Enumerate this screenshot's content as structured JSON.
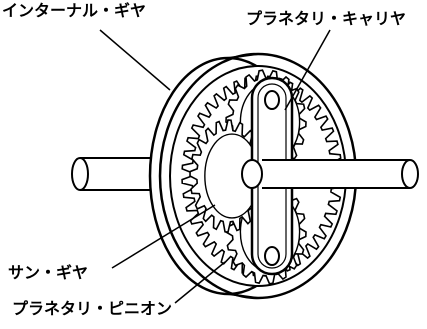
{
  "labels": {
    "internal_gear": "インターナル・ギヤ",
    "planetary_carrier": "プラネタリ・キャリヤ",
    "sun_gear": "サン・ギヤ",
    "planetary_pinion": "プラネタリ・ピニオン"
  },
  "colors": {
    "ink": "#000000",
    "paper": "#ffffff"
  }
}
